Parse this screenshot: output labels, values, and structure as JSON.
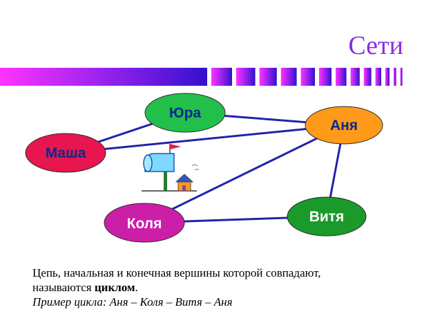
{
  "slide": {
    "title": "Сети"
  },
  "colors": {
    "title": "#8a2be2",
    "edge": "#2222aa",
    "masha": "#e8164e",
    "yura": "#22c04a",
    "anya": "#ff9a1a",
    "kolya": "#cc1fa8",
    "vitya": "#1a9a2a"
  },
  "graph": {
    "nodes": [
      {
        "id": "yura",
        "label": "Юра"
      },
      {
        "id": "anya",
        "label": "Аня"
      },
      {
        "id": "masha",
        "label": "Маша"
      },
      {
        "id": "kolya",
        "label": "Коля"
      },
      {
        "id": "vitya",
        "label": "Витя"
      }
    ],
    "edges": [
      [
        "masha",
        "yura"
      ],
      [
        "masha",
        "anya"
      ],
      [
        "yura",
        "anya"
      ],
      [
        "kolya",
        "anya"
      ],
      [
        "anya",
        "vitya"
      ],
      [
        "kolya",
        "vitya"
      ]
    ],
    "clipart": "mailbox-house-icon"
  },
  "caption": {
    "line1": "Цепь, начальная и конечная вершины которой совпадают,",
    "line2_prefix": "называются ",
    "line2_bold": "циклом",
    "line2_suffix": ".",
    "line3": "Пример цикла: Аня – Коля – Витя – Аня"
  }
}
